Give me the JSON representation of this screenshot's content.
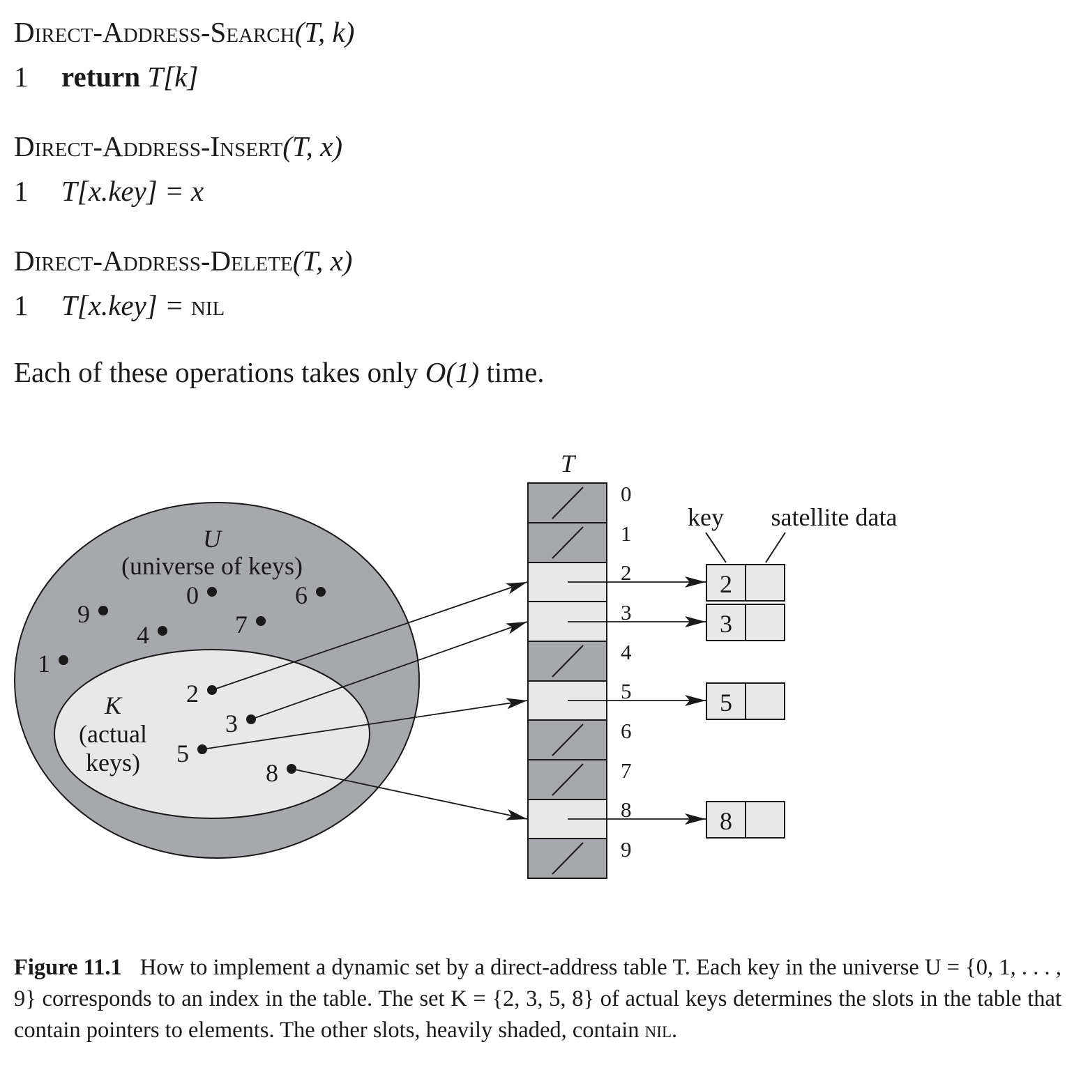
{
  "procedures": [
    {
      "name": "Direct-Address-Search",
      "params": "(T, k)",
      "lines": [
        {
          "num": "1",
          "keyword": "return",
          "code": "T[k]"
        }
      ]
    },
    {
      "name": "Direct-Address-Insert",
      "params": "(T, x)",
      "lines": [
        {
          "num": "1",
          "code": "T[x.key] = x"
        }
      ]
    },
    {
      "name": "Direct-Address-Delete",
      "params": "(T, x)",
      "lines": [
        {
          "num": "1",
          "code": "T[x.key] =",
          "nil": "nil"
        }
      ]
    }
  ],
  "prose": {
    "text_before": "Each of these operations takes only ",
    "math": "O(1)",
    "text_after": " time."
  },
  "figure": {
    "table_label": "T",
    "universe_label": "U",
    "universe_desc": "(universe of keys)",
    "actual_label": "K",
    "actual_desc_1": "(actual",
    "actual_desc_2": "keys)",
    "key_header": "key",
    "satellite_header": "satellite data",
    "universe_keys": [
      "0",
      "1",
      "4",
      "6",
      "7",
      "9"
    ],
    "actual_keys": [
      "2",
      "3",
      "5",
      "8"
    ],
    "slot_indices": [
      "0",
      "1",
      "2",
      "3",
      "4",
      "5",
      "6",
      "7",
      "8",
      "9"
    ],
    "element_keys": [
      "2",
      "3",
      "5",
      "8"
    ],
    "colors": {
      "heavy_shade": "#a7a8ac",
      "light_shade": "#e8e8e8",
      "stroke": "#1a1a1a"
    }
  },
  "caption": {
    "label": "Figure 11.1",
    "text_1": "How to implement a dynamic set by a direct-address table T. Each key in the universe U = {0, 1, . . . , 9} corresponds to an index in the table. The set K = {2, 3, 5, 8} of actual keys determines the slots in the table that contain pointers to elements. The other slots, heavily shaded, contain ",
    "nil": "nil",
    "text_2": "."
  }
}
